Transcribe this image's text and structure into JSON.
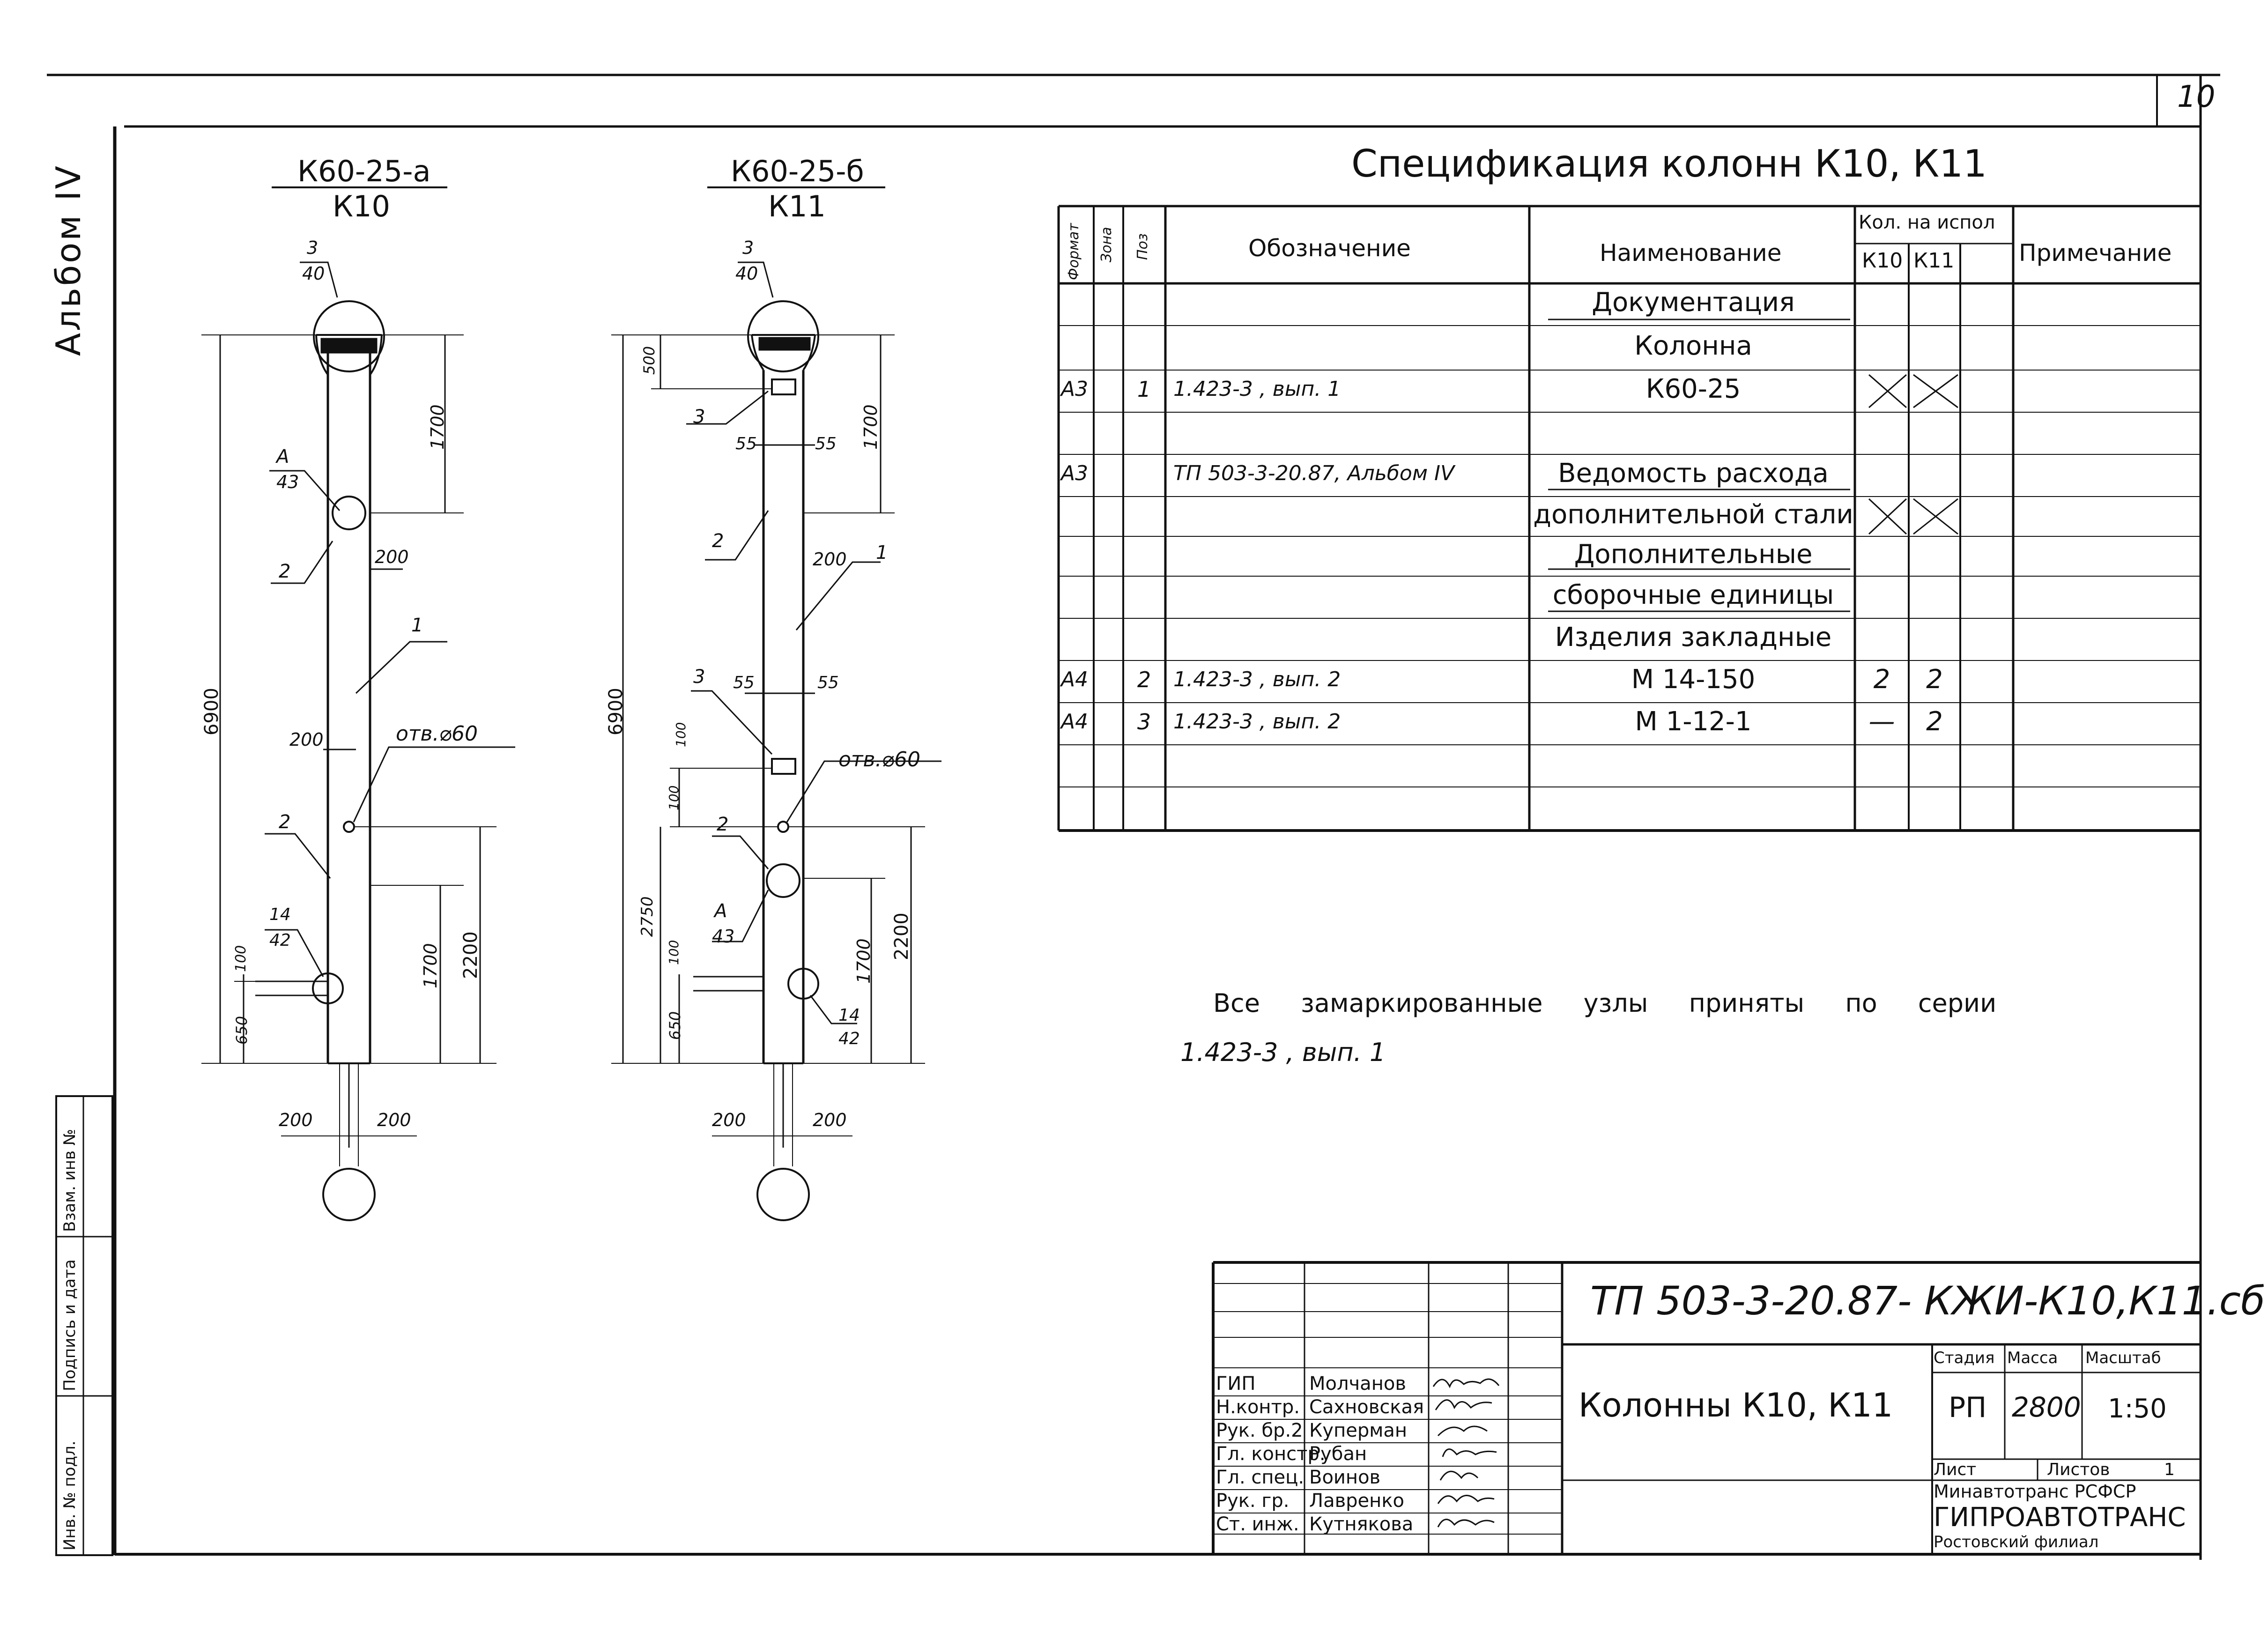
{
  "page_number": "10",
  "album_label": "Альбом IV",
  "side_stamp": [
    "Инв. № подл.",
    "Подпись и дата",
    "Взам. инв №"
  ],
  "drawing_k10": {
    "title_top": "К60-25-а",
    "title_bottom": "К10",
    "node_top": [
      "3",
      "40"
    ],
    "node_a": [
      "А",
      "43"
    ],
    "node_14": [
      "14",
      "42"
    ],
    "pos_2_upper": "2",
    "pos_1": "1",
    "pos_2_lower": "2",
    "dim_200_a": "200",
    "dim_200_b": "200",
    "hole_label": "отв.⌀60",
    "dim_1700_top": "1700",
    "dim_6900": "6900",
    "dim_1700_bottom": "1700",
    "dim_2200": "2200",
    "dim_100": "100",
    "dim_650": "650",
    "dim_200_left": "200",
    "dim_200_right": "200"
  },
  "drawing_k11": {
    "title_top": "К60-25-б",
    "title_bottom": "К11",
    "node_top": [
      "3",
      "40"
    ],
    "dim_500": "500",
    "pos_3_upper": "3",
    "dim_55_l1": "55",
    "dim_55_r1": "55",
    "dim_1700_top": "1700",
    "pos_2_upper": "2",
    "dim_200": "200",
    "pos_1": "1",
    "dim_6900": "6900",
    "pos_3_lower": "3",
    "dim_55_l2": "55",
    "dim_55_r2": "55",
    "dim_100_a": "100",
    "dim_100_b": "100",
    "hole_label": "отв.⌀60",
    "pos_2_lower": "2",
    "dim_2750": "2750",
    "node_a": [
      "А",
      "43"
    ],
    "dim_2200": "2200",
    "dim_1700_bottom": "1700",
    "dim_100_c": "100",
    "dim_650": "650",
    "node_14": [
      "14",
      "42"
    ],
    "dim_200_left": "200",
    "dim_200_right": "200"
  },
  "spec": {
    "title": "Спецификация колонн К10, К11",
    "headers": {
      "format": "Формат",
      "zone": "Зона",
      "pos": "Поз",
      "designation": "Обозначение",
      "name": "Наименование",
      "qty_group": "Кол. на испол",
      "qty_k10": "К10",
      "qty_k11": "К11",
      "note": "Примечание"
    },
    "rows": [
      {
        "format": "",
        "pos": "",
        "designation": "",
        "name": "Документация",
        "k10": "",
        "k11": ""
      },
      {
        "format": "",
        "pos": "",
        "designation": "",
        "name": "Колонна",
        "k10": "",
        "k11": ""
      },
      {
        "format": "А3",
        "pos": "1",
        "designation": "1.423-3 , вып. 1",
        "name": "К60-25",
        "k10": "",
        "k11": ""
      },
      {
        "format": "",
        "pos": "",
        "designation": "",
        "name": "",
        "k10": "",
        "k11": ""
      },
      {
        "format": "А3",
        "pos": "",
        "designation": "ТП 503-3-20.87, Альбом IV",
        "name": "Ведомость расхода",
        "k10": "",
        "k11": ""
      },
      {
        "format": "",
        "pos": "",
        "designation": "",
        "name": "дополнительной стали",
        "k10": "",
        "k11": ""
      },
      {
        "format": "",
        "pos": "",
        "designation": "",
        "name": "Дополнительные",
        "k10": "",
        "k11": ""
      },
      {
        "format": "",
        "pos": "",
        "designation": "",
        "name": "сборочные единицы",
        "k10": "",
        "k11": ""
      },
      {
        "format": "",
        "pos": "",
        "designation": "",
        "name": "Изделия закладные",
        "k10": "",
        "k11": ""
      },
      {
        "format": "А4",
        "pos": "2",
        "designation": "1.423-3 , вып. 2",
        "name": "М 14-150",
        "k10": "2",
        "k11": "2"
      },
      {
        "format": "А4",
        "pos": "3",
        "designation": "1.423-3 , вып. 2",
        "name": "М 1-12-1",
        "k10": "—",
        "k11": "2"
      },
      {
        "format": "",
        "pos": "",
        "designation": "",
        "name": "",
        "k10": "",
        "k11": ""
      },
      {
        "format": "",
        "pos": "",
        "designation": "",
        "name": "",
        "k10": "",
        "k11": ""
      }
    ]
  },
  "note_line1": "Все замаркированные узлы приняты по серии",
  "note_line2": "1.423-3 , вып. 1",
  "stamp": {
    "doc_code": "ТП 503-3-20.87- КЖИ-К10,К11.сб",
    "drawing_title": "Колонны К10, К11",
    "stage_label": "Стадия",
    "mass_label": "Масса",
    "scale_label": "Масштаб",
    "stage": "РП",
    "mass": "2800",
    "scale": "1:50",
    "sheet_label": "Лист",
    "sheets_label": "Листов",
    "sheets": "1",
    "org_line1": "Минавтотранс РСФСР",
    "org_line2": "ГИПРОАВТОТРАНС",
    "org_line3": "Ростовский филиал",
    "people": [
      {
        "role": "ГИП",
        "name": "Молчанов"
      },
      {
        "role": "Н.контр.",
        "name": "Сахновская"
      },
      {
        "role": "Рук. бр.2",
        "name": "Куперман"
      },
      {
        "role": "Гл. констр.",
        "name": "Рубан"
      },
      {
        "role": "Гл. спец.",
        "name": "Воинов"
      },
      {
        "role": "Рук. гр.",
        "name": "Лавренко"
      },
      {
        "role": "Ст. инж.",
        "name": "Кутнякова"
      }
    ]
  }
}
